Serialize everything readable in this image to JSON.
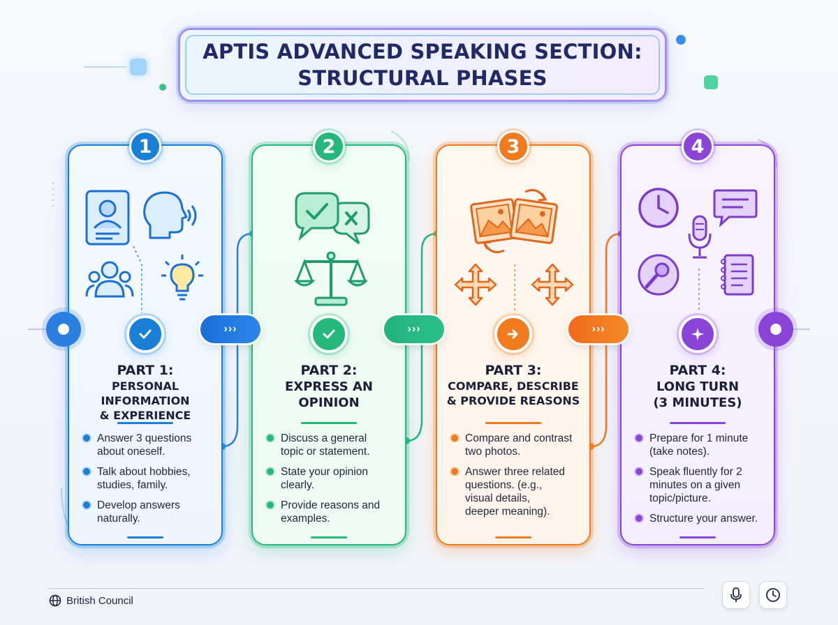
{
  "title": "APTIS ADVANCED SPEAKING SECTION:\nSTRUCTURAL PHASES",
  "connector_label": "›››",
  "parts": [
    {
      "number": "1",
      "title": "PART 1:",
      "subtitle": "PERSONAL INFORMATION\n& EXPERIENCE",
      "color": "#1a7fd6",
      "icons": [
        "id-card-icon",
        "speaking-head-icon",
        "people-icon",
        "lightbulb-icon"
      ],
      "node_icon": "check-icon",
      "bullets": [
        "Answer 3 questions\nabout oneself.",
        "Talk about hobbies,\nstudies, family.",
        "Develop answers\nnaturally."
      ]
    },
    {
      "number": "2",
      "title": "PART 2:",
      "subtitle": "EXPRESS AN\nOPINION",
      "color": "#24b87a",
      "icons": [
        "check-cross-speech-icon",
        "balance-scale-icon"
      ],
      "node_icon": "check-icon",
      "bullets": [
        "Discuss a general\ntopic or statement.",
        "State your opinion\nclearly.",
        "Provide reasons and\nexamples."
      ]
    },
    {
      "number": "3",
      "title": "PART 3:",
      "subtitle": "COMPARE, DESCRIBE\n& PROVIDE REASONS",
      "color": "#f07a1e",
      "icons": [
        "photos-icon",
        "move-arrows-icon"
      ],
      "node_icon": "arrow-right-icon",
      "bullets": [
        "Compare and contrast\ntwo photos.",
        "Answer three related\nquestions. (e.g.,\nvisual details,\ndeeper meaning)."
      ]
    },
    {
      "number": "4",
      "title": "PART 4:",
      "subtitle": "LONG TURN\n(3 MINUTES)",
      "color": "#8b44d8",
      "icons": [
        "clock-icon",
        "speech-bubble-icon",
        "microphone-icon",
        "notebook-icon"
      ],
      "node_icon": "sparkle-icon",
      "bullets": [
        "Prepare for 1 minute\n(take notes).",
        "Speak fluently for 2\nminutes on a given\ntopic/picture.",
        "Structure your answer."
      ]
    }
  ],
  "footer": {
    "brand": "British Council",
    "buttons": [
      "microphone-icon",
      "clock-icon"
    ]
  }
}
